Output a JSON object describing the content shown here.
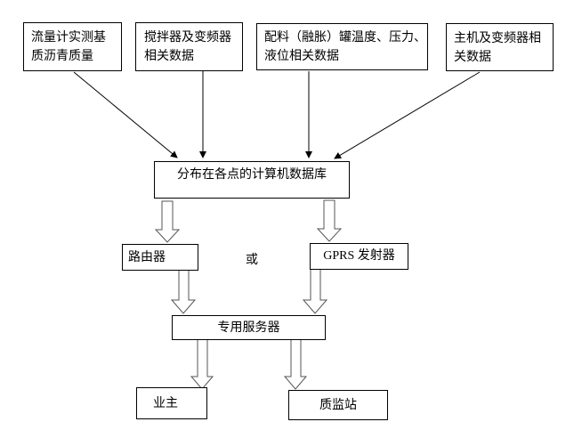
{
  "diagram": {
    "sources": [
      {
        "id": "flow-meter",
        "label": "流量计实测基质沥青质量",
        "lines": [
          "流量计实测基",
          "质沥青质量"
        ]
      },
      {
        "id": "mixer-vfd",
        "label": "搅拌器及变频器相关数据",
        "lines": [
          "搅拌器及变频器",
          "相关数据"
        ]
      },
      {
        "id": "tank",
        "label": "配料（融胀）罐温度、压力、液位相关数据",
        "lines": [
          "配料（融胀）罐温度、压力、",
          "液位相关数据"
        ]
      },
      {
        "id": "main-vfd",
        "label": "主机及变频器相关数据",
        "lines": [
          "主机及变频器相",
          "关数据"
        ]
      }
    ],
    "database": {
      "label": "分布在各点的计算机数据库"
    },
    "router": {
      "label": "路由器"
    },
    "or_label": "或",
    "gprs": {
      "label": "GPRS 发射器"
    },
    "server": {
      "label": "专用服务器"
    },
    "owner": {
      "label": "业主"
    },
    "station": {
      "label": "质监站"
    },
    "edges": [
      {
        "from": "flow-meter",
        "to": "database",
        "style": "line-arrow"
      },
      {
        "from": "mixer-vfd",
        "to": "database",
        "style": "line-arrow"
      },
      {
        "from": "tank",
        "to": "database",
        "style": "line-arrow"
      },
      {
        "from": "main-vfd",
        "to": "database",
        "style": "line-arrow"
      },
      {
        "from": "database",
        "to": "router",
        "style": "block-arrow"
      },
      {
        "from": "database",
        "to": "gprs",
        "style": "block-arrow"
      },
      {
        "from": "router",
        "to": "server",
        "style": "block-arrow"
      },
      {
        "from": "gprs",
        "to": "server",
        "style": "block-arrow"
      },
      {
        "from": "server",
        "to": "owner",
        "style": "block-arrow"
      },
      {
        "from": "server",
        "to": "station",
        "style": "block-arrow"
      }
    ]
  }
}
